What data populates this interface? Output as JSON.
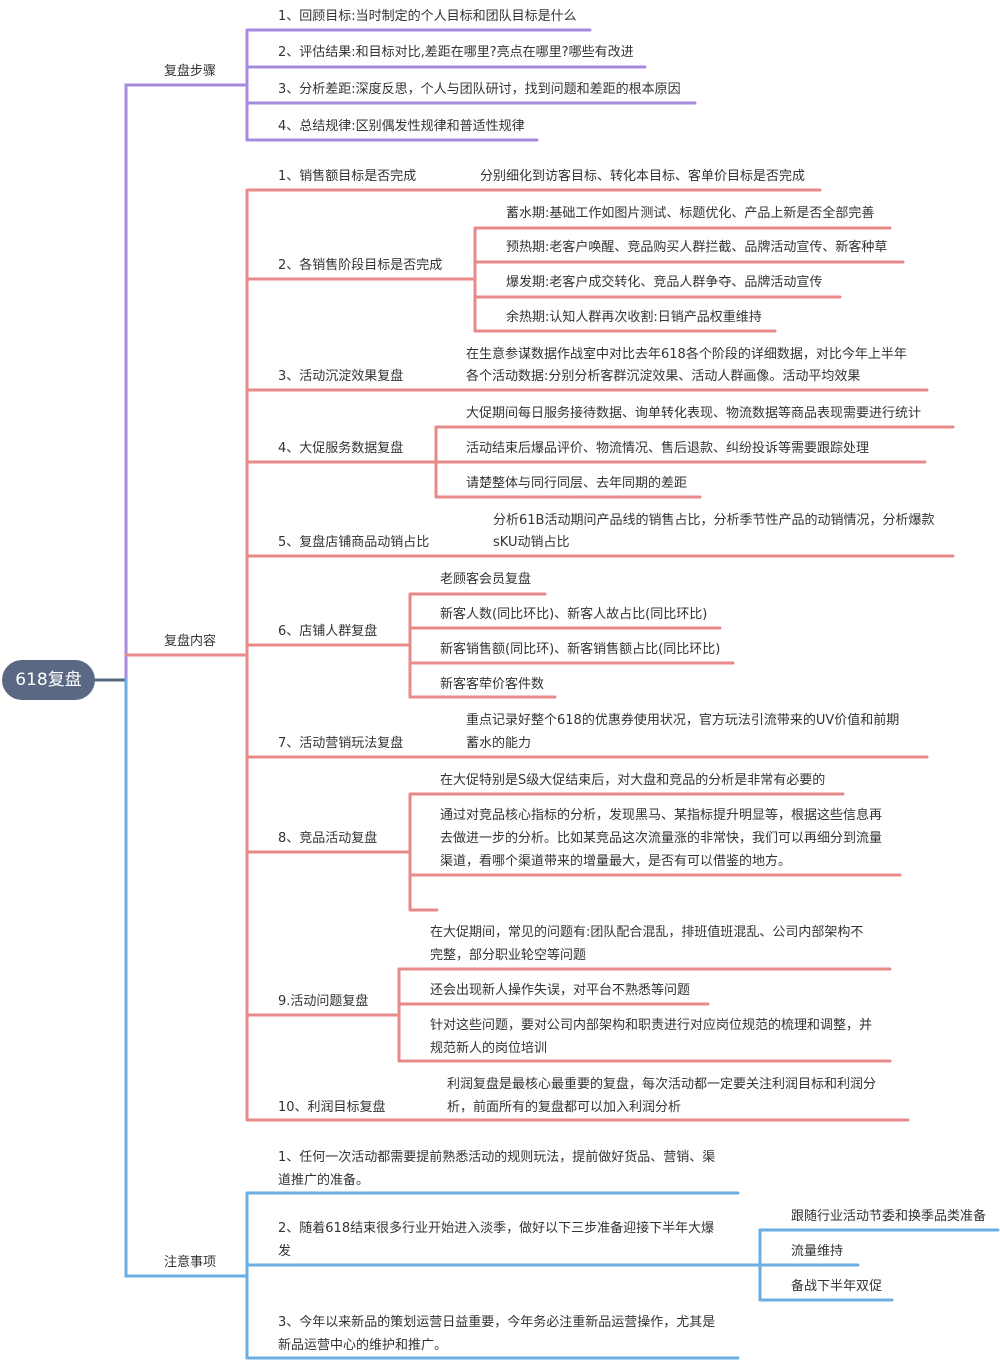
{
  "root": "618复盘",
  "colors": {
    "steps": "#a78be0",
    "content": "#e88a8a",
    "notes": "#6aaee3",
    "root": "#5b6884"
  },
  "steps": {
    "label": "复盘步骤",
    "items": [
      "1、回顾目标:当时制定的个人目标和团队目标是什么",
      "2、评估结果:和目标对比,差距在哪里?亮点在哪里?哪些有改进",
      "3、分析差距:深度反思，个人与团队研讨，找到问题和差距的根本原因",
      "4、总结规律:区别偶发性规律和普适性规律"
    ]
  },
  "content": {
    "label": "复盘内容",
    "items": [
      {
        "label": "1、销售额目标是否完成",
        "detail": [
          "分别细化到访客目标、转化本目标、客单价目标是否完成"
        ]
      },
      {
        "label": "2、各销售阶段目标是否完成",
        "subs": [
          "蓄水期:基础工作如图片测试、标题优化、产品上新是否全部完善",
          "预热期:老客户唤醒、竞品购买人群拦截、品牌活动宣传、新客种草",
          "爆发期:老客户成交转化、竞品人群争夺、品牌活动宣传",
          "余热期:认知人群再次收割:日销产品权重维持"
        ]
      },
      {
        "label": "3、活动沉淀效果复盘",
        "detail": [
          "在生意参谋数据作战室中对比去年618各个阶段的详细数据，对比今年上半年",
          "各个活动数据:分别分析客群沉淀效果、活动人群画像。活动平均效果"
        ]
      },
      {
        "label": "4、大促服务数据复盘",
        "subs": [
          "大促期间每日服务接待数据、询单转化表现、物流数据等商品表现需要进行统计",
          "活动结束后爆品评价、物流情况、售后退款、纠纷投诉等需要跟踪处理",
          "请楚整体与同行同层、去年同期的差距"
        ]
      },
      {
        "label": "5、复盘店铺商品动销占比",
        "detail": [
          "分析61B活动期问产品线的销售占比，分析季节性产品的动销情况，分析爆款",
          "sKU动销占比"
        ]
      },
      {
        "label": "6、店铺人群复盘",
        "subs": [
          "老顾客会员复盘",
          "新客人数(同比环比)、新客人故占比(同比环比)",
          "新客销售额(同比环)、新客销售额占比(同比环比)",
          "新客客荦价客件数"
        ]
      },
      {
        "label": "7、活动营销玩法复盘",
        "detail": [
          "重点记录好整个618的优惠券使用状况，官方玩法引流带来的UV价值和前期",
          "蓄水的能力"
        ]
      },
      {
        "label": "8、竞品活动复盘",
        "subs": [
          "在大促特别是S级大促结束后，对大盘和竞品的分析是非常有必要的",
          "通过对竞品核心指标的分析，发现黑马、某指标提升明显等，根据这些信息再",
          "去做进一步的分析。比如某竞品这次流量涨的非常快，我们可以再细分到流量",
          "渠道，看哪个渠道带来的增量最大，是否有可以借鉴的地方。"
        ]
      },
      {
        "label": "9.活动问题复盘",
        "subs": [
          "在大促期间，常见的问题有:团队配合混乱，排班值班混乱、公司内部架构不",
          "完整，部分职业轮空等问题",
          "还会出现新人操作失误，对平台不熟悉等问题",
          "针对这些问题，要对公司内部架构和职责进行对应岗位规范的梳理和调整，并",
          "规范新人的岗位培训"
        ]
      },
      {
        "label": "10、利润目标复盘",
        "detail": [
          "利润复盘是最核心最重要的复盘，每次活动都一定要关注利润目标和利润分",
          "析，前面所有的复盘都可以加入利润分析"
        ]
      }
    ]
  },
  "notes": {
    "label": "注意事项",
    "items": [
      "1、任何一次活动都需要提前熟悉活动的规则玩法，提前做好货品、营销、渠",
      "道推广的准备。",
      "2、随着618结束很多行业开始进入淡季，做好以下三步准备迎接下半年大爆",
      "发",
      "3、今年以来新品的策划运营日益重要，今年务必注重新品运营操作，尤其是",
      "新品运营中心的维护和推广。"
    ],
    "subs": [
      "跟随行业活动节委和换季品类准备",
      "流量维持",
      "备战下半年双促"
    ]
  }
}
